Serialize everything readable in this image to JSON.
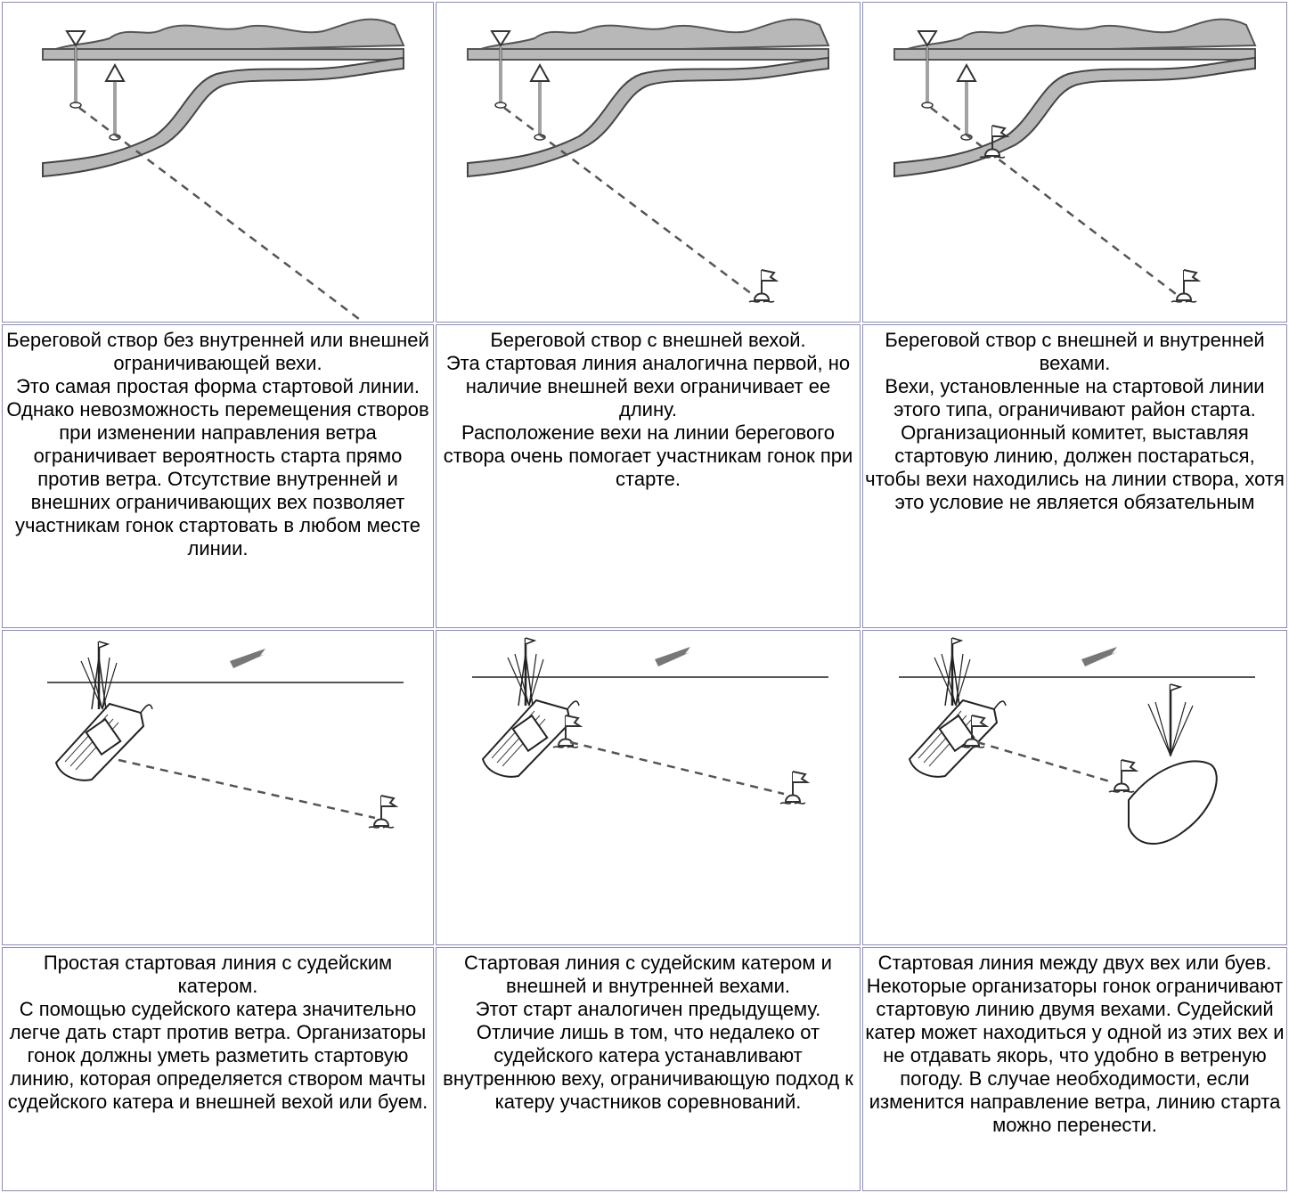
{
  "row1": [
    {
      "text_lines": [
        "Береговой створ без внутренней или внешней ограничивающей вехи.",
        "Это самая простая форма стартовой линии. Однако невозможность перемещения створов при изменении направления ветра ограничивает вероятность старта прямо против ветра. Отсутствие внутренней и внешних ограничивающих вех позволяет участникам гонок стартовать в любом месте линии."
      ]
    },
    {
      "text_lines": [
        "Береговой створ с внешней вехой.",
        "Эта стартовая линия аналогична первой, но наличие внешней вехи ограничивает ее длину.",
        "Расположение вехи на линии берегового створа очень помогает участникам гонок при старте."
      ]
    },
    {
      "text_lines": [
        "Береговой створ с внешней и внутренней вехами.",
        "Вехи, установленные на стартовой линии этого типа, ограничивают район старта. Организационный комитет, выставляя стартовую линию, должен постараться, чтобы вехи находились на линии створа, хотя это условие не является обязательным"
      ]
    }
  ],
  "row2": [
    {
      "text_lines": [
        "Простая стартовая линия с судейским катером.",
        "С помощью судейского катера значительно легче дать старт против ветра. Организаторы гонок должны уметь разметить стартовую линию, которая определяется створом мачты судейского катера и внешней вехой или буем."
      ]
    },
    {
      "text_lines": [
        "Стартовая линия с судейским катером и внешней и внутренней вехами.",
        "Этот старт аналогичен предыдущему. Отличие лишь в том, что недалеко от судейского катера устанавливают внутреннюю веху, ограничивающую подход к катеру участников соревнований."
      ]
    },
    {
      "text_lines": [
        "Стартовая линия между двух вех или буев.",
        "Некоторые организаторы гонок ограничивают стартовую линию двумя вехами. Судейский катер может находиться у одной из этих вех и не отдавать якорь, что удобно в ветреную погоду. В случае необходимости, если изменится направление ветра, линию старта можно перенести."
      ]
    }
  ],
  "colors": {
    "cell_border": "#8a8ac6",
    "shore_fill": "#b8b8b8",
    "text": "#000000"
  }
}
